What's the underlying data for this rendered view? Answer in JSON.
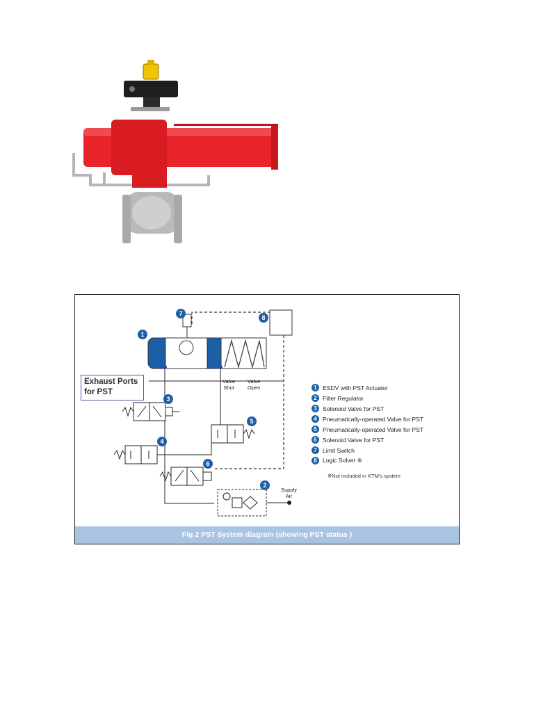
{
  "diagram": {
    "exhaust_ports_line1": "Exhaust Ports",
    "exhaust_ports_line2": "for PST",
    "valve_shut_line1": "Valve",
    "valve_shut_line2": "Shut",
    "valve_open_line1": "Valve",
    "valve_open_line2": "Open",
    "supply_line1": "Supply",
    "supply_line2": "Air",
    "markers": [
      "1",
      "2",
      "3",
      "4",
      "5",
      "6",
      "7",
      "8"
    ]
  },
  "legend": {
    "items": [
      {
        "num": "1",
        "label": "ESDV with PST Actuator"
      },
      {
        "num": "2",
        "label": "Filter Regulator"
      },
      {
        "num": "3",
        "label": "Solenoid Valve for PST"
      },
      {
        "num": "4",
        "label": "Pneumatically-operated Valve for PST"
      },
      {
        "num": "5",
        "label": "Pneumatically-operated Valve for PST"
      },
      {
        "num": "6",
        "label": "Solenoid Valve for PST"
      },
      {
        "num": "7",
        "label": "Limit Switch"
      },
      {
        "num": "8",
        "label": "Logic Solver ※"
      }
    ],
    "note": "※Not included in KTM's system"
  },
  "caption": "Fig 2 PST System diagram (showing PST status )",
  "colors": {
    "actuator_red": "#e8232a",
    "marker_blue": "#1d5fa6",
    "caption_bar": "#a9c3e2"
  }
}
